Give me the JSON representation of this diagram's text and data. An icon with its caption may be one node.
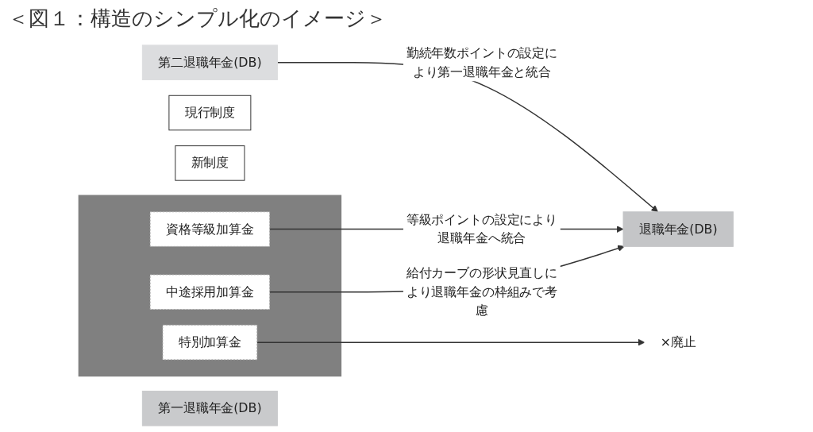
{
  "diagram": {
    "title": "＜図１：構造のシンプル化のイメージ＞",
    "nodes": [
      {
        "text": [
          "現行制度"
        ]
      },
      {
        "text": [
          "新制度"
        ]
      },
      {
        "text": [
          "第二退職年金(DB)"
        ]
      },
      {
        "text": [
          "第一退職年金(DB)"
        ]
      },
      {
        "text": [],
        "shape": "box"
      },
      {
        "text": [
          "資格等級加算金"
        ],
        "in": 4
      },
      {
        "text": [
          "中途採用加算金"
        ],
        "in": 4
      },
      {
        "text": [
          "特別加算金"
        ],
        "in": 4
      },
      {
        "text": [
          "退職年金(DB)"
        ]
      },
      {
        "text": [
          "×廃止"
        ]
      }
    ],
    "edges": [
      {
        "from": 2,
        "to": 8,
        "arrow": "to",
        "label": "勤続年数ポイントの設定により第一退職年金と統合"
      },
      {
        "from": 5,
        "to": 8,
        "arrow": "to",
        "label": "等級ポイントの設定により退職年金へ統合"
      },
      {
        "from": 6,
        "to": 8,
        "arrow": "to",
        "label": "給付カーブの形状見直しにより退職年金の枠組みで考慮"
      },
      {
        "from": 7,
        "to": 9,
        "arrow": "to"
      }
    ]
  }
}
